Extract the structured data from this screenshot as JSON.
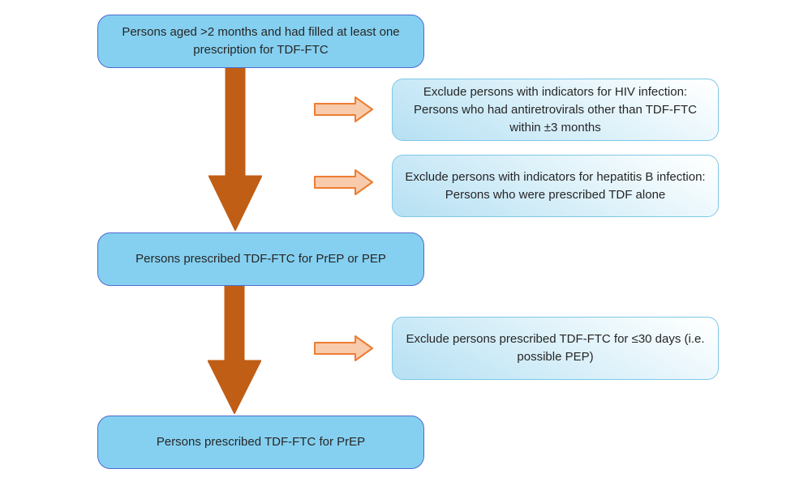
{
  "diagram": {
    "type": "flowchart",
    "colors": {
      "text": "#262626",
      "main_box_fill": "#85D0F0",
      "main_box_border": "#4F6BD0",
      "exclusion_border": "#7EC8E8",
      "exclusion_grad_blue": "#B5E0F3",
      "exclusion_grad_white": "#FDFFFF",
      "down_arrow": "#C05E15",
      "side_arrow_fill": "#F8CBAD",
      "side_arrow_border": "#ED7D31"
    },
    "main_boxes": [
      {
        "id": "population",
        "text": "Persons aged >2 months and had filled at least one prescription for TDF-FTC"
      },
      {
        "id": "prep-or-pep",
        "text": "Persons prescribed TDF-FTC for PrEP or PEP"
      },
      {
        "id": "prep",
        "text": "Persons prescribed TDF-FTC for PrEP"
      }
    ],
    "exclusion_boxes": [
      {
        "id": "exclude-hiv",
        "text": "Exclude persons with indicators for HIV infection: Persons who had antiretrovirals other than TDF-FTC within ±3 months"
      },
      {
        "id": "exclude-hepatitis-b",
        "text": "Exclude persons with indicators for hepatitis B infection: Persons who were prescribed TDF alone"
      },
      {
        "id": "exclude-pep",
        "text": "Exclude persons prescribed TDF-FTC for ≤30 days (i.e. possible PEP)"
      }
    ],
    "arrow_shapes": {
      "down_arrow": "block-arrow-down",
      "exclude_arrow": "block-arrow-right"
    }
  }
}
